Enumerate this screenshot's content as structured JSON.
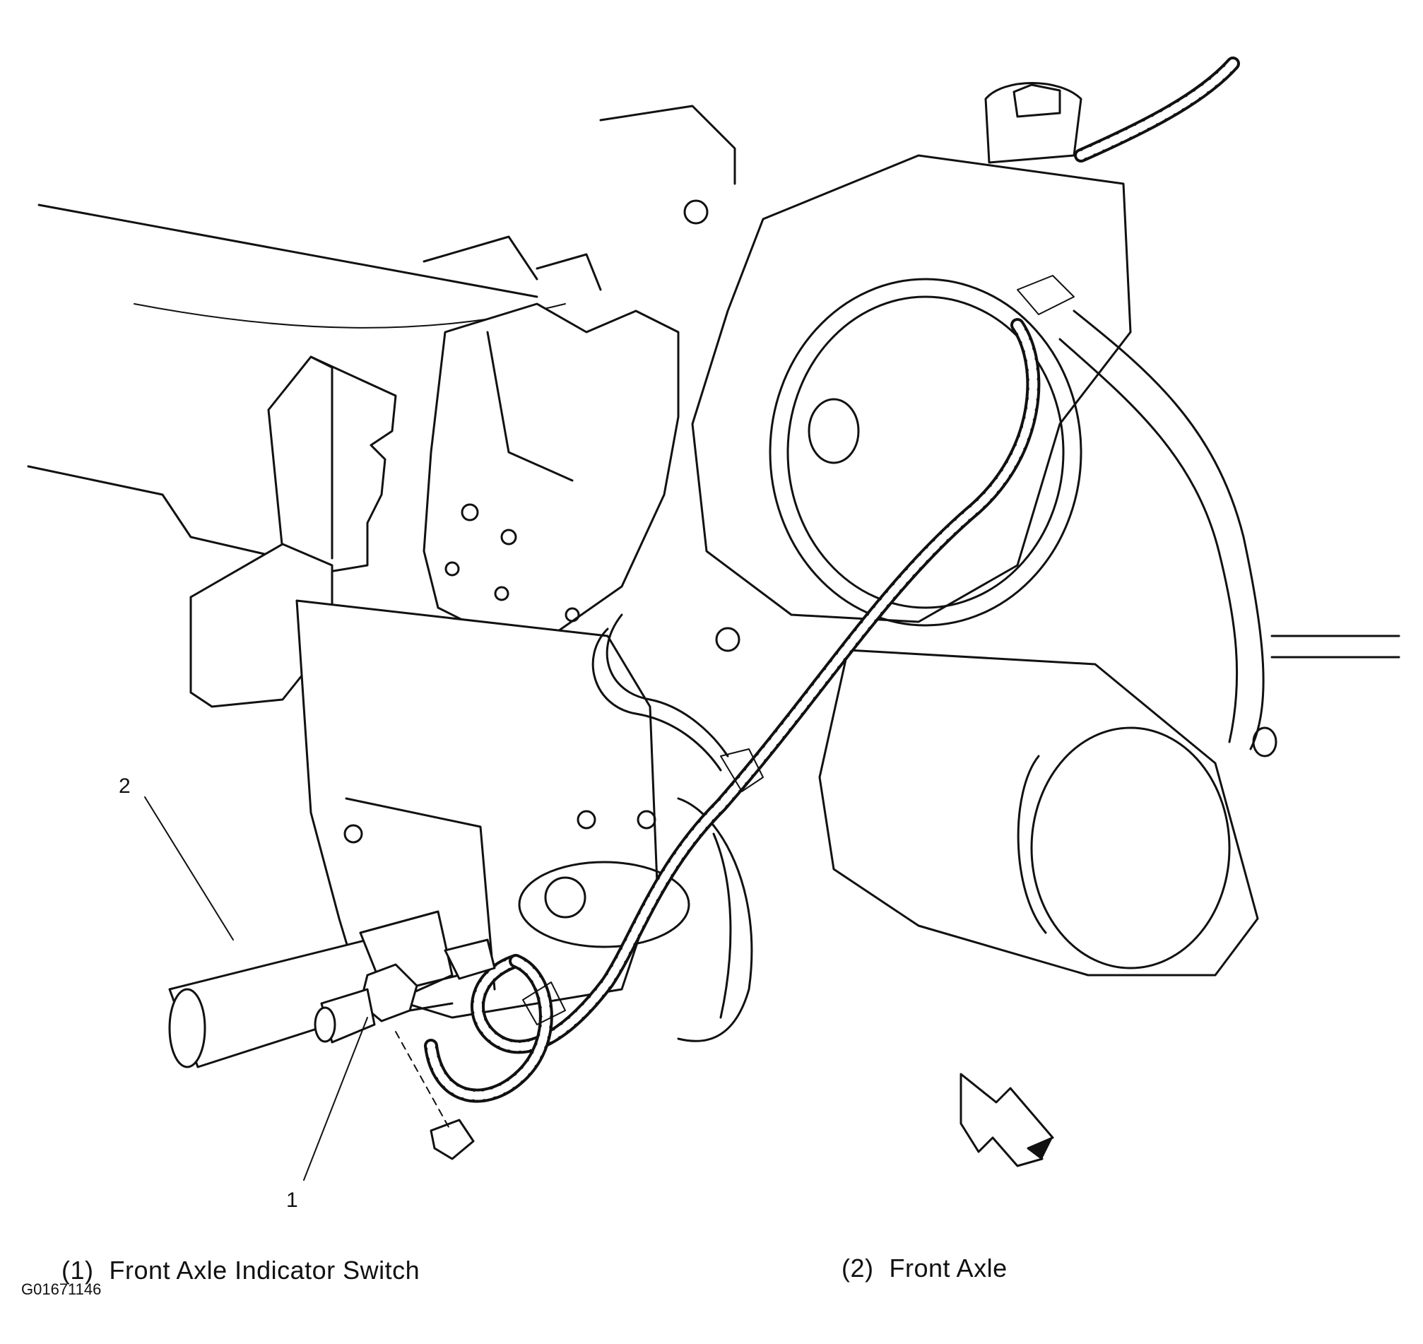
{
  "callouts": [
    {
      "id": "1",
      "label": "1"
    },
    {
      "id": "2",
      "label": "2"
    }
  ],
  "legend": [
    {
      "number": "(1)",
      "text": "Front Axle Indicator Switch"
    },
    {
      "number": "(2)",
      "text": "Front Axle"
    }
  ],
  "figure_id": "G01671146",
  "colors": {
    "ink": "#111111",
    "paper": "#ffffff"
  }
}
